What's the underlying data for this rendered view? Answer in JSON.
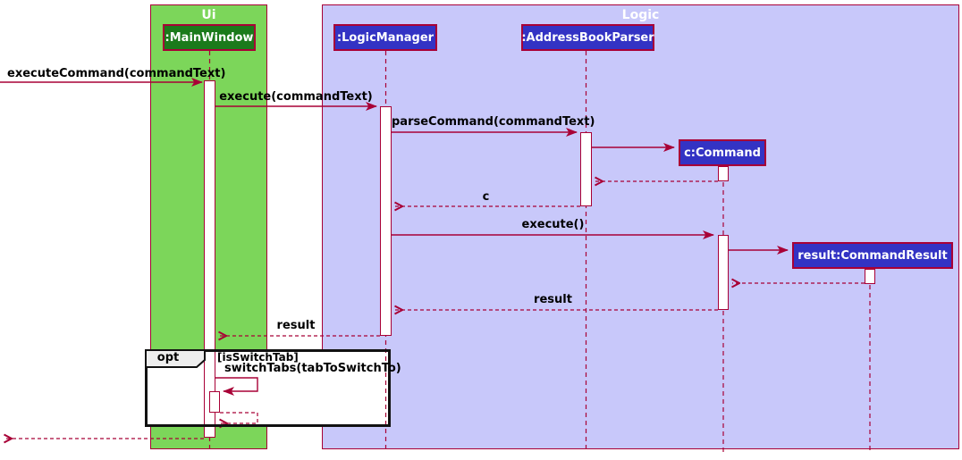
{
  "frames": {
    "ui": {
      "title": "Ui"
    },
    "logic": {
      "title": "Logic"
    }
  },
  "participants": {
    "main_window": {
      "label": ":MainWindow"
    },
    "logic_manager": {
      "label": ":LogicManager"
    },
    "address_book_parser": {
      "label": ":AddressBookParser"
    },
    "command": {
      "label": "c:Command"
    },
    "command_result": {
      "label": "result:CommandResult"
    }
  },
  "messages": {
    "execute_command": {
      "label": "executeCommand(commandText)",
      "style": "solid"
    },
    "execute_text": {
      "label": "execute(commandText)",
      "style": "solid"
    },
    "parse_command": {
      "label": "parseCommand(commandText)",
      "style": "solid"
    },
    "return_c": {
      "label": "c",
      "style": "dashed"
    },
    "execute_call": {
      "label": "execute()",
      "style": "solid"
    },
    "result_to_logic_manager": {
      "label": "result",
      "style": "dashed"
    },
    "result_to_main_window": {
      "label": "result",
      "style": "dashed"
    },
    "switch_tabs": {
      "label": "switchTabs(tabToSwitchTo)",
      "style": "solid-self"
    }
  },
  "fragment": {
    "operator": "opt",
    "guard": "[isSwitchTab]"
  },
  "colors": {
    "frame_border": "#A80036",
    "arrow": "#A80036",
    "ui_frame_fill": "#7CD65A",
    "ui_participant_fill": "#1B7A1B",
    "logic_frame_fill": "#C8C8FA",
    "logic_participant_fill": "#3333C4",
    "participant_text": "#FFFFFF",
    "fragment_border": "#111111",
    "fragment_label_fill": "#EEEEEE",
    "activation_fill": "#FFFFFF"
  }
}
